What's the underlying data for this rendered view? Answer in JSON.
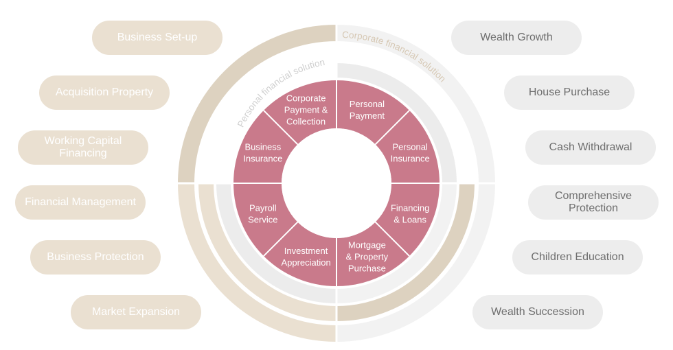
{
  "left_items": [
    {
      "label": "Business Set-up"
    },
    {
      "label": "Acquisition Property"
    },
    {
      "label": "Working Capital\nFinancing"
    },
    {
      "label": "Financial Management"
    },
    {
      "label": "Business Protection"
    },
    {
      "label": "Market Expansion"
    }
  ],
  "right_items": [
    {
      "label": "Wealth Growth"
    },
    {
      "label": "House Purchase"
    },
    {
      "label": "Cash Withdrawal"
    },
    {
      "label": "Comprehensive\nProtection"
    },
    {
      "label": "Children Education"
    },
    {
      "label": "Wealth Succession"
    }
  ],
  "segments": [
    {
      "label": "Personal\nPayment"
    },
    {
      "label": "Personal\nInsurance"
    },
    {
      "label": "Financing\n& Loans"
    },
    {
      "label": "Mortgage\n& Property\nPurchase"
    },
    {
      "label": "Investment\nAppreciation"
    },
    {
      "label": "Payroll\nService"
    },
    {
      "label": "Business\nInsurance"
    },
    {
      "label": "Corporate\nPayment &\nCollection"
    }
  ],
  "arc_labels": {
    "personal": "Personal financial solution",
    "corporate": "Corporate financial solution"
  },
  "colors": {
    "segment": "#c97a8b",
    "tan": "#ddd2c0",
    "tan_light": "#eae0d1",
    "gray": "#ececec",
    "gray_light": "#f2f2f2",
    "gray_text": "#c9c9c9",
    "tan_text": "#d4c6b3"
  }
}
